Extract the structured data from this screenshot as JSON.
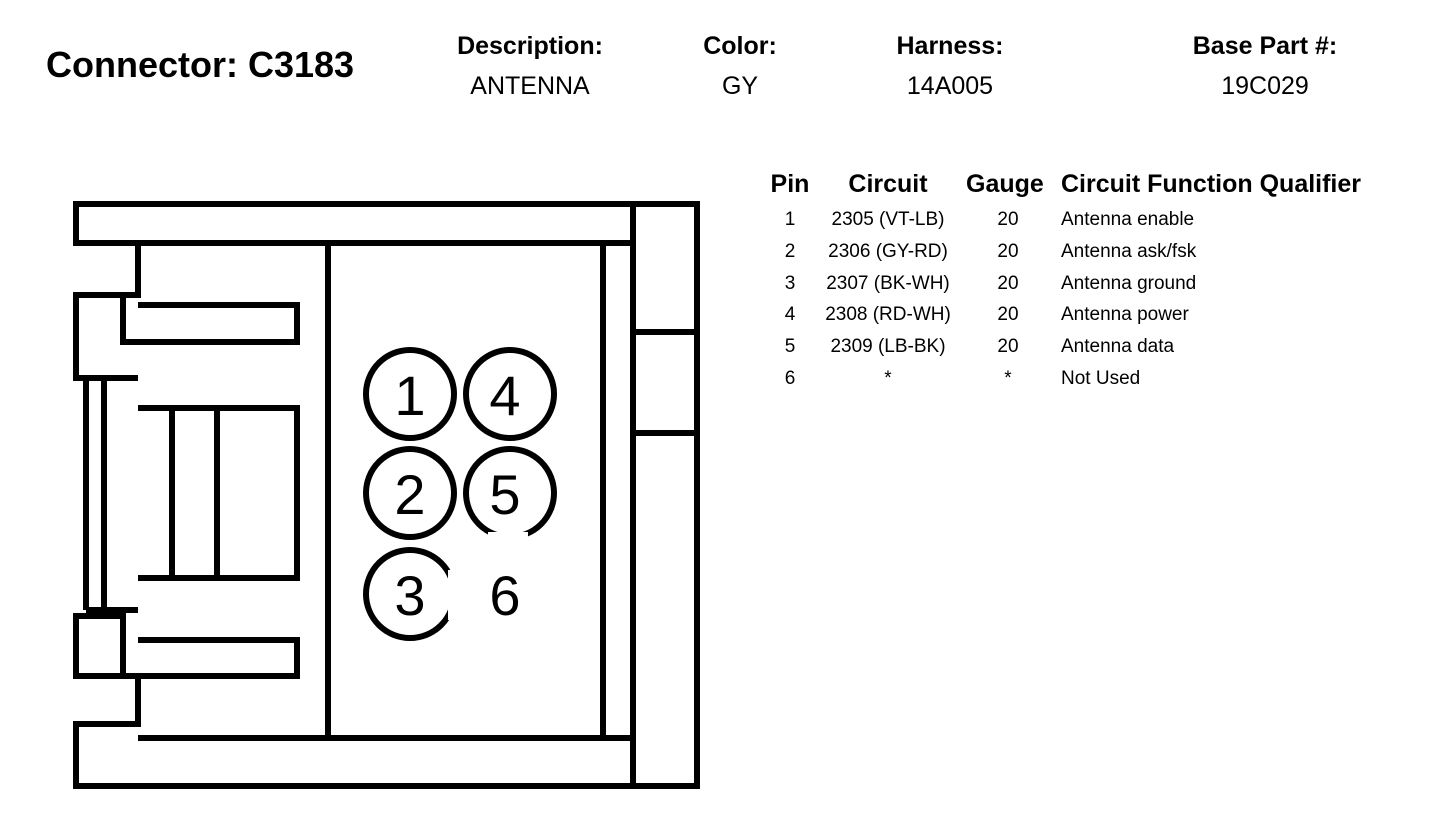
{
  "connector": {
    "title": "Connector: C3183"
  },
  "fields": [
    {
      "label": "Description:",
      "value": "ANTENNA"
    },
    {
      "label": "Color:",
      "value": "GY"
    },
    {
      "label": "Harness:",
      "value": "14A005"
    },
    {
      "label": "Base Part #:",
      "value": "19C029"
    }
  ],
  "pin_table": {
    "headers": {
      "pin": "Pin",
      "circuit": "Circuit",
      "gauge": "Gauge",
      "function": "Circuit Function Qualifier"
    },
    "rows": [
      {
        "pin": "1",
        "circuit": "2305 (VT-LB)",
        "gauge": "20",
        "function": "Antenna enable"
      },
      {
        "pin": "2",
        "circuit": "2306 (GY-RD)",
        "gauge": "20",
        "function": "Antenna ask/fsk"
      },
      {
        "pin": "3",
        "circuit": "2307 (BK-WH)",
        "gauge": "20",
        "function": "Antenna ground"
      },
      {
        "pin": "4",
        "circuit": "2308 (RD-WH)",
        "gauge": "20",
        "function": "Antenna power"
      },
      {
        "pin": "5",
        "circuit": "2309 (LB-BK)",
        "gauge": "20",
        "function": "Antenna data"
      },
      {
        "pin": "6",
        "circuit": "*",
        "gauge": "*",
        "function": "Not Used"
      }
    ]
  },
  "diagram": {
    "pin_labels": [
      "1",
      "2",
      "3",
      "4",
      "5",
      "6"
    ]
  }
}
